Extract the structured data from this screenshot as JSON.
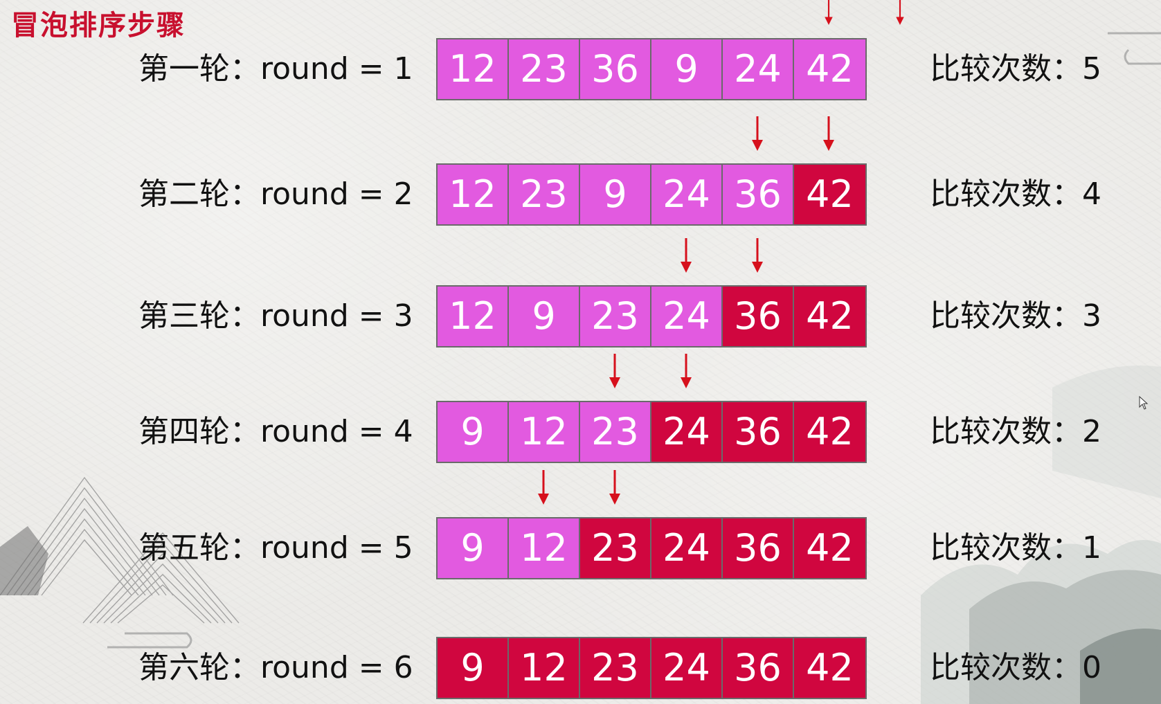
{
  "title": "冒泡排序步骤",
  "colors": {
    "title": "#c8102e",
    "unsorted": "#e25ae0",
    "sorted": "#d0063f",
    "arrow": "#d6101c"
  },
  "rows": [
    {
      "label": "第一轮：round = 1",
      "values": [
        "12",
        "23",
        "36",
        "9",
        "24",
        "42"
      ],
      "sorted_count": 0,
      "count_label": "比较次数：5"
    },
    {
      "label": "第二轮：round = 2",
      "values": [
        "12",
        "23",
        "9",
        "24",
        "36",
        "42"
      ],
      "sorted_count": 1,
      "count_label": "比较次数：4"
    },
    {
      "label": "第三轮：round = 3",
      "values": [
        "12",
        "9",
        "23",
        "24",
        "36",
        "42"
      ],
      "sorted_count": 2,
      "count_label": "比较次数：3"
    },
    {
      "label": "第四轮：round = 4",
      "values": [
        "9",
        "12",
        "23",
        "24",
        "36",
        "42"
      ],
      "sorted_count": 3,
      "count_label": "比较次数：2"
    },
    {
      "label": "第五轮：round = 5",
      "values": [
        "9",
        "12",
        "23",
        "24",
        "36",
        "42"
      ],
      "sorted_count": 4,
      "count_label": "比较次数：1"
    },
    {
      "label": "第六轮：round = 6",
      "values": [
        "9",
        "12",
        "23",
        "24",
        "36",
        "42"
      ],
      "sorted_count": 6,
      "count_label": "比较次数：0"
    }
  ]
}
